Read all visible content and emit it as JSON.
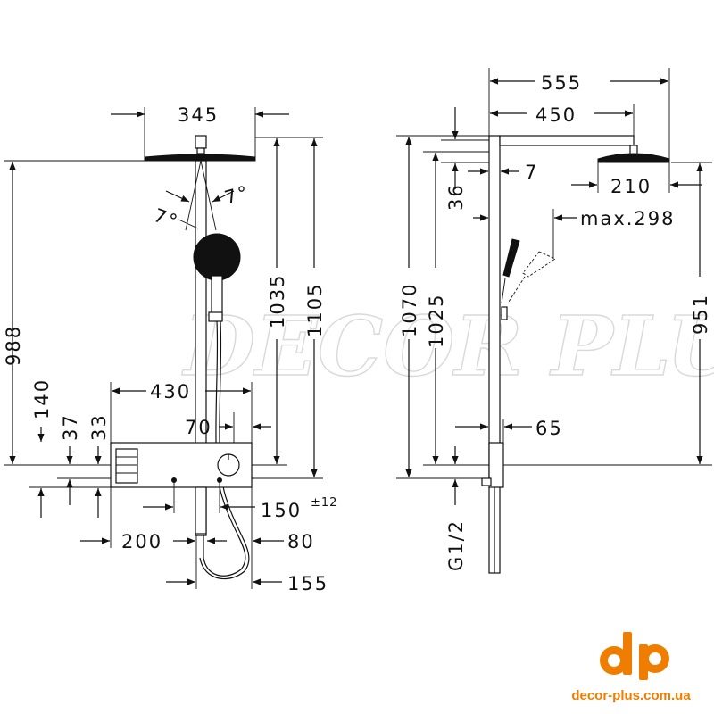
{
  "watermark": "DECOR PLUS",
  "brand": {
    "logo_text": "dp",
    "website": "decor-plus.com.ua",
    "color": "#ef7d00"
  },
  "front_view": {
    "dims": {
      "d345": "345",
      "d7a": "7°",
      "d7b": "7°",
      "d988": "988",
      "d1035": "1035",
      "d1105": "1105",
      "d430": "430",
      "d140": "140",
      "d37": "37",
      "d33": "33",
      "d70": "70",
      "d150": "150",
      "d150_tol": "±12",
      "d200": "200",
      "d80": "80",
      "d155": "155"
    }
  },
  "side_view": {
    "dims": {
      "d555": "555",
      "d450": "450",
      "d7": "7",
      "d36": "36",
      "d210": "210",
      "dmax": "max.298",
      "d1070": "1070",
      "d1025": "1025",
      "d951": "951",
      "d65": "65",
      "thread": "G1/2"
    }
  }
}
